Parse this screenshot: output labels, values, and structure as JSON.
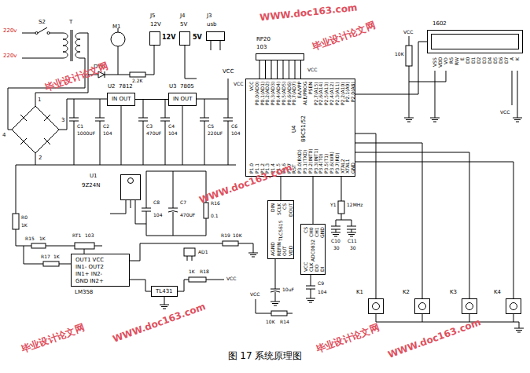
{
  "diagram": {
    "caption": "图 17 系统原理图",
    "nodes": [
      {
        "text": [
          "J5",
          "12V"
        ]
      },
      {
        "text": [
          "J4",
          "5V"
        ]
      },
      {
        "text": [
          "J3",
          "usb"
        ]
      },
      {
        "text": [
          "U2",
          "7812",
          "IN OUT"
        ]
      },
      {
        "text": [
          "U3",
          "7805",
          "IN OUT"
        ]
      },
      {
        "text": [
          "RP20",
          "103"
        ]
      },
      {
        "text": [
          "VCC",
          "P0.0(AD0)",
          "P0.1(AD1)",
          "P0.2(AD2)",
          "P0.3(AD3)",
          "P0.4(AD4)",
          "P0.5(AD5)",
          "P0.6(AD6)",
          "P0.7(AD7)",
          "EA/VPP",
          "ALE/PROG",
          "PSEN",
          "P2.7(A15)",
          "P2.6(A14)",
          "P2.5(A13)",
          "P2.4(A12)",
          "P2.3(A11)",
          "P2.2(A10)",
          "P2.1(A9)",
          "P2.0(A8)",
          "U4",
          "89C51/52",
          "P1.0",
          "P1.1",
          "P1.2",
          "P1.3",
          "P1.4",
          "P1.5",
          "P1.6",
          "P1.7",
          "RST",
          "P3.0(RXD)",
          "P3.1(TXD)",
          "P3.2(INT0)",
          "P3.3(INT1)",
          "P3.4(T0)",
          "P3.5(T1)",
          "P3.6(WR)",
          "P3.7(RD)",
          "XTAL2",
          "XTAL1",
          "GND"
        ]
      },
      {
        "text": [
          "U1",
          "9Z24N"
        ]
      },
      {
        "text": [
          "OUT1 VCC",
          "IN1- OUT2",
          "IN1+ IN2-",
          "GND IN2+",
          "LM358"
        ]
      },
      {
        "text": [
          "TL431"
        ]
      },
      {
        "text": [
          "DIN",
          "SCLK",
          "CS",
          "DOUT",
          "TLC5615",
          "AGND",
          "REFIN",
          "OUT",
          "VDD"
        ]
      },
      {
        "text": [
          "CS",
          "CH0",
          "CH1",
          "GND",
          "ADC0832",
          "VCC",
          "CLK",
          "DO",
          "DI"
        ]
      },
      {
        "text": [
          "1602",
          "VSS",
          "VDD",
          "VO",
          "RS",
          "RW",
          "E",
          "D0",
          "D1",
          "D2",
          "D3",
          "D4",
          "D5",
          "D6",
          "D7",
          "A",
          "K"
        ]
      },
      {
        "text": [
          "K1"
        ]
      },
      {
        "text": [
          "K2"
        ]
      },
      {
        "text": [
          "K3"
        ]
      },
      {
        "text": [
          "K4"
        ]
      }
    ],
    "edges": [
      {
        "from": 3,
        "to": 4,
        "arrow": "none"
      },
      {
        "from": 5,
        "to": 6,
        "arrow": "none"
      },
      {
        "from": 6,
        "to": 12,
        "arrow": "none"
      },
      {
        "from": 6,
        "to": 10,
        "arrow": "none"
      },
      {
        "from": 6,
        "to": 11,
        "arrow": "none"
      },
      {
        "from": 13,
        "to": 6,
        "arrow": "none"
      },
      {
        "from": 14,
        "to": 6,
        "arrow": "none"
      },
      {
        "from": 15,
        "to": 6,
        "arrow": "none"
      },
      {
        "from": 16,
        "to": 6,
        "arrow": "none"
      }
    ],
    "labels": [
      "220v",
      "220v",
      "S2",
      "T",
      "M1",
      "DY1",
      "2.2K",
      "1",
      "2",
      "3",
      "4",
      "C1",
      "1000UF",
      "C2",
      "104",
      "C3",
      "470UF",
      "C4",
      "104",
      "C5",
      "220UF",
      "C6",
      "104",
      "VCC",
      "12V",
      "5V",
      "C8",
      "104",
      "C7",
      "470UF",
      "R16",
      "0.1",
      "AD1",
      "R0",
      "1K",
      "R15",
      "1K",
      "RT1",
      "103",
      "R17",
      "1K",
      "1K",
      "R18",
      "VCC",
      "R19",
      "10K",
      "VCC",
      "VCC",
      "10uF",
      "10K",
      "R14",
      "C9",
      "104",
      "Y1",
      "12MHz",
      "C10",
      "30",
      "C11",
      "30",
      "VCC",
      "10K",
      "VCC",
      "VCC",
      "毕业设计论文网",
      "WWW.doc163.com",
      "毕业设计论文网",
      "WWW.doc163.com",
      "毕业设计论文网",
      "WWW.doc163.com",
      "毕业设计论文网",
      "WWW.doc163.com"
    ]
  }
}
